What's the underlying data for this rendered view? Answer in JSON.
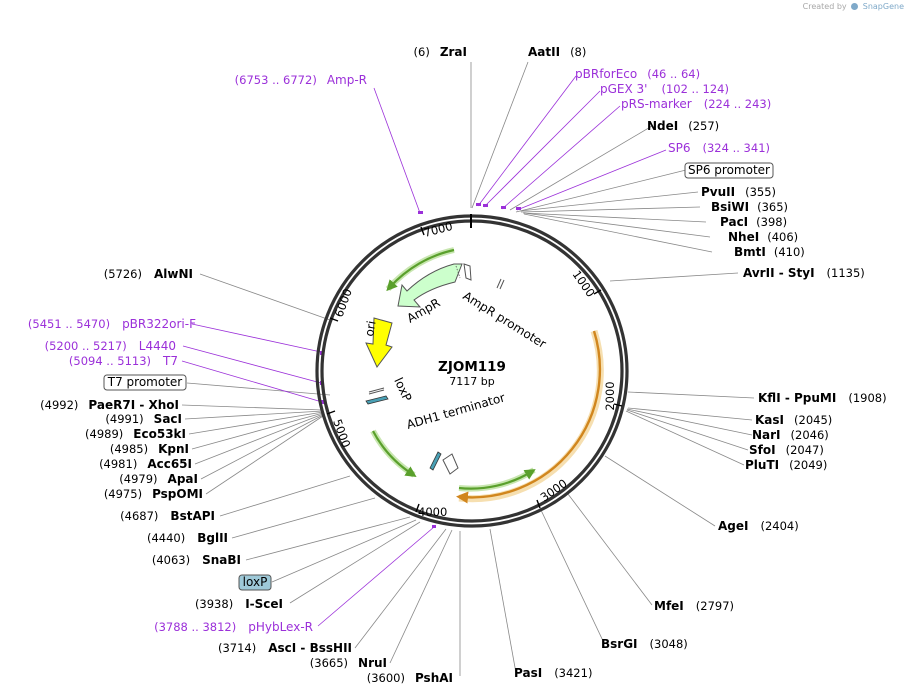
{
  "credit": {
    "created_by": "Created by",
    "brand": "SnapGene"
  },
  "plasmid": {
    "name": "ZJOM119",
    "length_label": "7117 bp",
    "length": 7117
  },
  "ticks": [
    "1000",
    "2000",
    "3000",
    "4000",
    "5000",
    "6000",
    "7000"
  ],
  "sites": [
    {
      "name": "ZraI",
      "pos": "(6)",
      "bp": 6
    },
    {
      "name": "AatII",
      "pos": "(8)",
      "bp": 8
    },
    {
      "name": "NdeI",
      "pos": "(257)",
      "bp": 257
    },
    {
      "name": "PvuII",
      "pos": "(355)",
      "bp": 355
    },
    {
      "name": "BsiWI",
      "pos": "(365)",
      "bp": 365
    },
    {
      "name": "PacI",
      "pos": "(398)",
      "bp": 398
    },
    {
      "name": "NheI",
      "pos": "(406)",
      "bp": 406
    },
    {
      "name": "BmtI",
      "pos": "(410)",
      "bp": 410
    },
    {
      "name": "AvrII - StyI",
      "pos": "(1135)",
      "bp": 1135
    },
    {
      "name": "KflI - PpuMI",
      "pos": "(1908)",
      "bp": 1908
    },
    {
      "name": "KasI",
      "pos": "(2045)",
      "bp": 2045
    },
    {
      "name": "NarI",
      "pos": "(2046)",
      "bp": 2046
    },
    {
      "name": "SfoI",
      "pos": "(2047)",
      "bp": 2047
    },
    {
      "name": "PluTI",
      "pos": "(2049)",
      "bp": 2049
    },
    {
      "name": "AgeI",
      "pos": "(2404)",
      "bp": 2404
    },
    {
      "name": "MfeI",
      "pos": "(2797)",
      "bp": 2797
    },
    {
      "name": "BsrGI",
      "pos": "(3048)",
      "bp": 3048
    },
    {
      "name": "PasI",
      "pos": "(3421)",
      "bp": 3421
    },
    {
      "name": "PshAI",
      "pos": "(3600)",
      "bp": 3600
    },
    {
      "name": "NruI",
      "pos": "(3665)",
      "bp": 3665
    },
    {
      "name": "AscI - BssHII",
      "pos": "(3714)",
      "bp": 3714
    },
    {
      "name": "I-SceI",
      "pos": "(3938)",
      "bp": 3938
    },
    {
      "name": "SnaBI",
      "pos": "(4063)",
      "bp": 4063
    },
    {
      "name": "BglII",
      "pos": "(4440)",
      "bp": 4440
    },
    {
      "name": "BstAPI",
      "pos": "(4687)",
      "bp": 4687
    },
    {
      "name": "PspOMI",
      "pos": "(4975)",
      "bp": 4975
    },
    {
      "name": "ApaI",
      "pos": "(4979)",
      "bp": 4979
    },
    {
      "name": "Acc65I",
      "pos": "(4981)",
      "bp": 4981
    },
    {
      "name": "KpnI",
      "pos": "(4985)",
      "bp": 4985
    },
    {
      "name": "Eco53kI",
      "pos": "(4989)",
      "bp": 4989
    },
    {
      "name": "SacI",
      "pos": "(4991)",
      "bp": 4991
    },
    {
      "name": "PaeR7I - XhoI",
      "pos": "(4992)",
      "bp": 4992
    },
    {
      "name": "AlwNI",
      "pos": "(5726)",
      "bp": 5726
    }
  ],
  "primers": [
    {
      "name": "Amp-R",
      "range": "(6753 .. 6772)"
    },
    {
      "name": "pBRforEco",
      "range": "(46 .. 64)"
    },
    {
      "name": "pGEX 3'",
      "range": "(102 .. 124)"
    },
    {
      "name": "pRS-marker",
      "range": "(224 .. 243)"
    },
    {
      "name": "SP6",
      "range": "(324 .. 341)"
    },
    {
      "name": "pBR322ori-F",
      "range": "(5451 .. 5470)"
    },
    {
      "name": "L4440",
      "range": "(5200 .. 5217)"
    },
    {
      "name": "T7",
      "range": "(5094 .. 5113)"
    },
    {
      "name": "pHybLex-R",
      "range": "(3788 .. 3812)"
    }
  ],
  "boxed_features": {
    "sp6_promoter": "SP6 promoter",
    "t7_promoter": "T7 promoter",
    "loxp": "loxP"
  },
  "features": {
    "ampr": "AmpR",
    "ampr_promoter": "AmpR promoter",
    "ori": "ori",
    "loxp": "loxP",
    "adh1": "ADH1 terminator"
  },
  "colors": {
    "backbone": "#333333",
    "primer": "#9b30d9",
    "ampr_fill": "#ccffcc",
    "ori_fill": "#ffff00",
    "orange": "#e8a33c",
    "green": "#5aa02c",
    "loxp_box": "#9ec9d8"
  }
}
